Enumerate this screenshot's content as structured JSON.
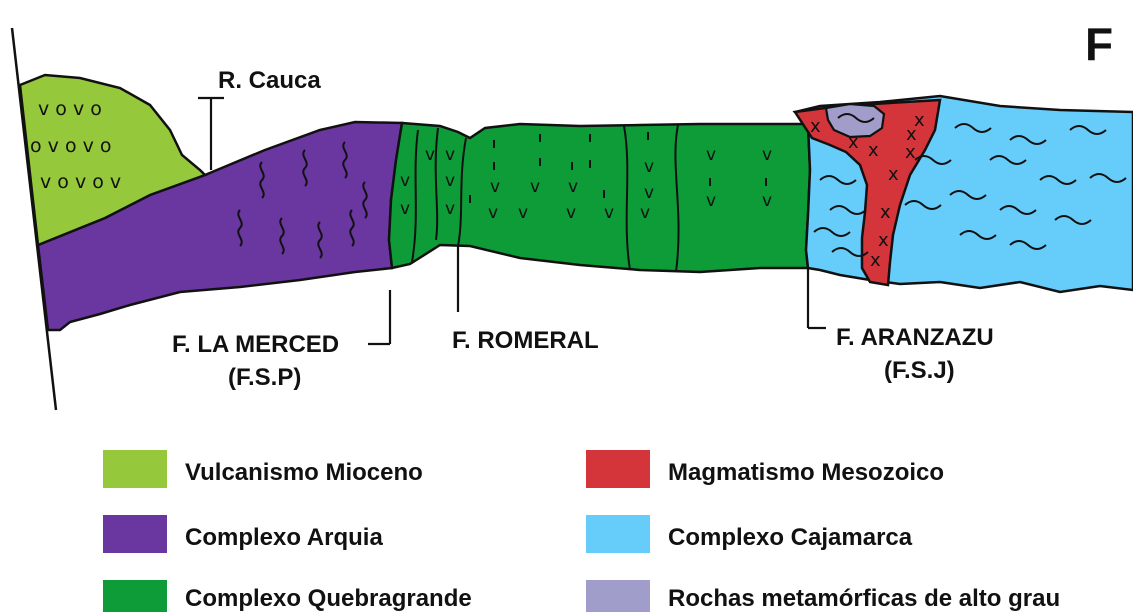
{
  "title_partial": "F",
  "labels": {
    "river": "R. Cauca",
    "fault_merced": "F. LA MERCED",
    "fault_merced_abbr": "(F.S.P)",
    "fault_romeral": "F. ROMERAL",
    "fault_aranzazu": "F. ARANZAZU",
    "fault_aranzazu_abbr": "(F.S.J)"
  },
  "legend": [
    {
      "label": "Vulcanismo Mioceno",
      "color": "#95c83a"
    },
    {
      "label": "Complexo Arquia",
      "color": "#6a37a0"
    },
    {
      "label": "Complexo Quebragrande",
      "color": "#0e9c38"
    },
    {
      "label": "Magmatismo Mesozoico",
      "color": "#d3353a"
    },
    {
      "label": "Complexo Cajamarca",
      "color": "#66ccfa"
    },
    {
      "label": "Rochas metamórficas de alto grau",
      "color": "#a09dca"
    }
  ]
}
